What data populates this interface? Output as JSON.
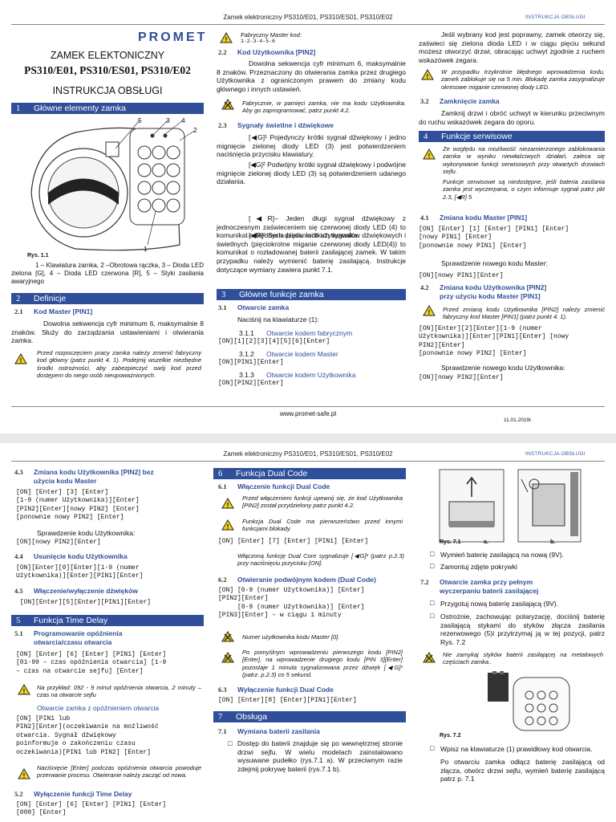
{
  "page1": {
    "header": "Zamek elektroniczny PS310/E01, PS310/ES01, PS310/E02",
    "header_right": "INSTRUKCJA OBSŁUGI",
    "logo": "PROMET",
    "title1": "ZAMEK ELEKTONICZNY",
    "title2": "PS310/E01, PS310/ES01, PS310/E02",
    "title3": "INSTRUKCJA OBSŁUGI",
    "s1": {
      "num": "1",
      "title": "Główne elementy zamka"
    },
    "fig_labels": {
      "l5": "5",
      "l3": "3",
      "l4": "4",
      "l2": "2",
      "l1": "1",
      "caption": "Rys. 1.1"
    },
    "fig_desc": "1 – Klawiatura zamka, 2 –Obrotowa rączka, 3 – Dioda LED zielona [G], 4 – Dioda LED czerwona [R], 5 – Styki zasilania awaryjnego",
    "s2": {
      "num": "2",
      "title": "Definicje"
    },
    "s21": {
      "num": "2.1",
      "title": "Kod Master [PIN1]"
    },
    "s21_text": "Dowolna sekwencja cyfr minimum 6, maksymalnie 8 znaków. Służy do zarządzania ustawieniami i otwierania zamka.",
    "warn1": "Przed rozpoczęciem pracy zamka należy zmienić fabryczny kod główny (patrz punkt 4. 1). Podejmij wszelkie niezbędne środki ostrożności, aby zabezpieczyć swój kod przed dostępem do niego osób nieupoważnionych.",
    "col2_warn_top": "Fabryczny Master kod:",
    "col2_code_top": "1-2-3-4-5-6",
    "s22": {
      "num": "2.2",
      "title": "Kod Użytkownika [PIN2]"
    },
    "s22_text": "Dowolna sekwencja cyfr minimum 6, maksymalnie 8 znaków. Przeznaczony do otwierania zamka przez drugiego Użytkownika z ograniczonym prawem do zmiany kodu głównego i innych ustawień.",
    "warn2": "Fabrycznie, w pamięci zamka, nie ma kodu Użytkownika. Aby go zaprogramować, patrz punkt 4.2.",
    "s23": {
      "num": "2.3",
      "title": "Sygnały świetlne i dźwiękowe"
    },
    "s23_a": "[◀G]¹ Pojedynczy krótki sygnał dźwiękowy i jedno mignięcie zielonej diody LED (3) jest potwierdzeniem naciśnięcia przycisku klawiatury.",
    "s23_b": "[◀G]² Podwójny krótki sygnał dźwiękowy i podwójne mignięcie zielonej diody LED (3) są potwierdzeniem udanego działania.",
    "s23_c": "[◀R]– Jeden długi sygnał dźwiękowy z jednoczesnym zaświeceniem się czerwonej diody LED (4) to komunikat o błędnych działaniach użytkownika.",
    "s23_d": "[◀R]⁵ Seria pięciu krótkich sygnałów dźwiękowych i świetlnych (pięciokrotne miganie czerwonej diody LED(4)) to komunikat o rozładowanej baterii zasilającej zamek. W takim przypadku należy wymienić baterię zasilającą. Instrukcje dotyczące wymiany zawiera punkt 7.1.",
    "s3": {
      "num": "3",
      "title": "Główne funkcje zamka"
    },
    "s31": {
      "num": "3.1",
      "title": "Otwarcie zamka"
    },
    "s31_text": "Naciśnij na klawiaturze (1):",
    "s311": {
      "num": "3.1.1",
      "title": "Otwarcie kodem fabrycznym"
    },
    "s311_code": "[ON][1][2][3][4][5][6][Enter]",
    "s312": {
      "num": "3.1.2",
      "title": "Otwarcie kodem Master"
    },
    "s312_code": "[ON][PIN1][Enter]",
    "s313": {
      "num": "3.1.3",
      "title": "Otwarcie kodem Użytkownika"
    },
    "s313_code": "[ON][PIN2][Enter]",
    "col3_text1": "Jeśli wybrany kod jest poprawny, zamek otworzy się, zaświeci się zielona dioda LED i w ciągu pięciu sekund możesz otworzyć drzwi, obracając uchwyt zgodnie z ruchem wskazówek zegara.",
    "warn3": "W przypadku trzykrotnie błędnego wprowadzenia kodu, zamek zablokuje się na 5 min. Blokadę zamka zasygnalizuje okresowe miganie czerwonej diody LED.",
    "s32": {
      "num": "3.2",
      "title": "Zamknięcie zamka"
    },
    "s32_text": "Zamknij drzwi i obróć uchwyt w kierunku przeciwnym do ruchu wskazówek zegara do oporu.",
    "s4": {
      "num": "4",
      "title": "Funkcje serwisowe"
    },
    "warn4a": "Ze względu na możliwość niezamierzonego zablokowania zamka w wyniku niewłaściwych działań, zaleca się wykonywanie funkcji serwisowych przy otwartych drzwiach sejfu.",
    "warn4b": "Funkcje serwisowe są niedostępne, jeśli bateria zasilania zamka jest wyczerpana, o czym informuje sygnał patrz pkt 2.3, [◀R] 5",
    "s41": {
      "num": "4.1",
      "title": "Zmiana kodu Master [PIN1]"
    },
    "s41_code": "[ON] [Enter] [1] [Enter] [PIN1] [Enter]\n[nowy PIN1] [Enter]\n[ponownie nowy PIN1] [Enter]",
    "s41_check": "Sprawdzenie nowego kodu Master:",
    "s41_code2": "[ON][nowy PIN1][Enter]",
    "s42": {
      "num": "4.2",
      "title": "Zmiana kodu Użytkownika [PIN2]\nprzy użyciu kodu Master [PIN1]"
    },
    "warn5": "Przed zmianą kodu Użytkownika [PIN2] należy zmienić fabryczny kod Master [PIN1] (patrz punkt 4. 1).",
    "s42_code": "[ON][Enter][2][Enter][1-9 (numer\nUżytkownika)][Enter][PIN1][Enter] [nowy\nPIN2][Enter]\n[ponownie nowy PIN2] [Enter]",
    "s42_check": "Sprawdzenie nowego kodu Użytkownika:",
    "s42_code2": "[ON][nowy PIN2][Enter]",
    "footer_url": "www.promet-safe.pl",
    "footer_date": "11.01.2019r."
  },
  "page2": {
    "header": "Zamek elektroniczny PS310/E01, PS310/ES01, PS310/E02",
    "header_right": "INSTRUKCJA OBSŁUGI",
    "s43": {
      "num": "4.3",
      "title": "Zmiana kodu Użytkownika [PIN2] bez\nużycia kodu Master"
    },
    "s43_code": "[ON] [Enter] [3] [Enter]\n[1-9 (numer Użytkownika)][Enter]\n[PIN2][Enter][nowy PIN2] [Enter]\n[ponownie nowy PIN2] [Enter]",
    "s43_check": "Sprawdzenie kodu Użytkownika:",
    "s43_code2": "[ON][nowy PIN2][Enter]",
    "s44": {
      "num": "4.4",
      "title": "Usunięcie kodu Użytkownika"
    },
    "s44_code": "[ON][Enter][0][Enter][1-9 (numer\nUżytkownika)][Enter][PIN1][Enter]",
    "s45": {
      "num": "4.5",
      "title": "Włączenie/wyłączenie dźwięków"
    },
    "s45_code": " [ON][Enter][5][Enter][PIN1][Enter]",
    "s5": {
      "num": "5",
      "title": "Funkcja Time Delay"
    },
    "s51": {
      "num": "5.1",
      "title": "Programowanie opóźnienia\notwarcia/czasu otwarcia"
    },
    "s51_code": "[ON] [Enter] [6] [Enter] [PIN1] [Enter]\n[01-99 – czas opóźnienia otwarcia] [1-9\n– czas na otwarcie sejfu] [Enter]",
    "warn6": "Na przykład: 092 - 9 minut opóźnienia otwarcia, 2 minuty – czas na otwarcie sejfu",
    "s51_sub": "Otwarcie zamka z opóźnieniem otwarcia",
    "s51_code2": "[ON] [PIN1 lub\nPIN2][Enter](oczekiwanie na możliwość\notwarcia. Sygnał dźwiękowy\npoinformuje o zakończeniu czasu\noczekiwania)[PIN1 lub PIN2] [Enter]",
    "warn7": "Naciśnięcie [Enter] podczas opóźnienia otwarcia powoduje przerwanie procesu. Otwieranie należy zacząć od nowa.",
    "s52": {
      "num": "5.2",
      "title": "Wyłączenie funkcji Time Delay"
    },
    "s52_code": "[ON] [Enter] [6] [Enter] [PIN1] [Enter]\n[000] [Enter]",
    "s6": {
      "num": "6",
      "title": "Funkcja Dual Code"
    },
    "s61": {
      "num": "6.1",
      "title": "Włączenie funkcji Dual Code"
    },
    "warn8": "Przed włączeniem funkcji upewnij się, że kod Użytkownika [PIN2] został przydzielony patrz punkt 4.2.",
    "warn9": "Funkcja Dual Code ma pierwszeństwo przed innymi funkcjami blokady.",
    "s61_code": "[ON] [Enter] [7] [Enter] [PIN1] [Enter]",
    "s61_note": "Włączoną funkcję Dual Core sygnalizuje [◀G]² (patrz p.2.3) przy naciśnięciu przycisku [ON].",
    "s62": {
      "num": "6.2",
      "title": "Otwieranie podwójnym kodem (Dual Code)"
    },
    "s62_code": "[ON] [0-9 (numer Użytkownika)] [Enter]\n[PIN2][Enter]\n     [0-9 (numer Użytkownika)] [Enter]\n[PIN3][Enter] – w ciągu 1 minuty",
    "warn10": "Numer użytkownika kodu Master [0].",
    "warn11": "Po pomyślnym wprowadzeniu pierwszego kodu [PIN2][Enter], na wprowadzenie drugiego kodu [PIN 3][Enter] pozostaje 1 minuta sygnalizowana przez dźwięk [◀G]¹ (patrz. p.2.3) co 5 sekund.",
    "s63": {
      "num": "6.3",
      "title": "Wyłączenie funkcji Dual Code"
    },
    "s63_code": "[ON] [Enter][8] [Enter][PIN1][Enter]",
    "s7": {
      "num": "7",
      "title": "Obsługa"
    },
    "s71": {
      "num": "7.1",
      "title": "Wymiana baterii zasilania"
    },
    "s71_text": "Dostęp do baterii znajduje się po wewnętrznej stronie drzwi sejfu. W wielu modelach zainstalowano wysuwane pudełko (rys.7.1 a). W przeciwnym razie zdejmij pokrywę baterii (rys.7.1 b).",
    "fig71": {
      "caption": "Rys. 7.1",
      "a": "a.",
      "b": "b."
    },
    "s71_b1": "Wymień baterię zasilającą na nową (9V).",
    "s71_b2": "Zamontuj zdjęte pokrywki",
    "s72": {
      "num": "7.2",
      "title": "Otwarcie zamka przy pełnym\nwyczerpaniu baterii zasilającej"
    },
    "s72_b1": "Przygotuj nową baterię zasilającą (9V).",
    "s72_b2": "Ostrożnie, zachowując polaryzację, dociśnij baterię zasilającą stykami do styków złącza zasilania rezerwowego (5)i przytrzymaj ją w tej pozycji, patrz Rys. 7.2",
    "warn12": "Nie zamykaj styków baterii zasilającej na metalowych częściach zamka..",
    "fig72": {
      "caption": "Rys. 7.2"
    },
    "s72_b3": "Wpisz na klawiaturze (1) prawidłowy kod otwarcia.",
    "s72_text": "Po otwarciu zamka odłącz baterię zasilającą od złącza, otwórz drzwi sejfu, wymień baterię zasilającą patrz p. 7.1"
  },
  "colors": {
    "accent": "#2f4f9a",
    "warn_yellow": "#f2d21b"
  }
}
